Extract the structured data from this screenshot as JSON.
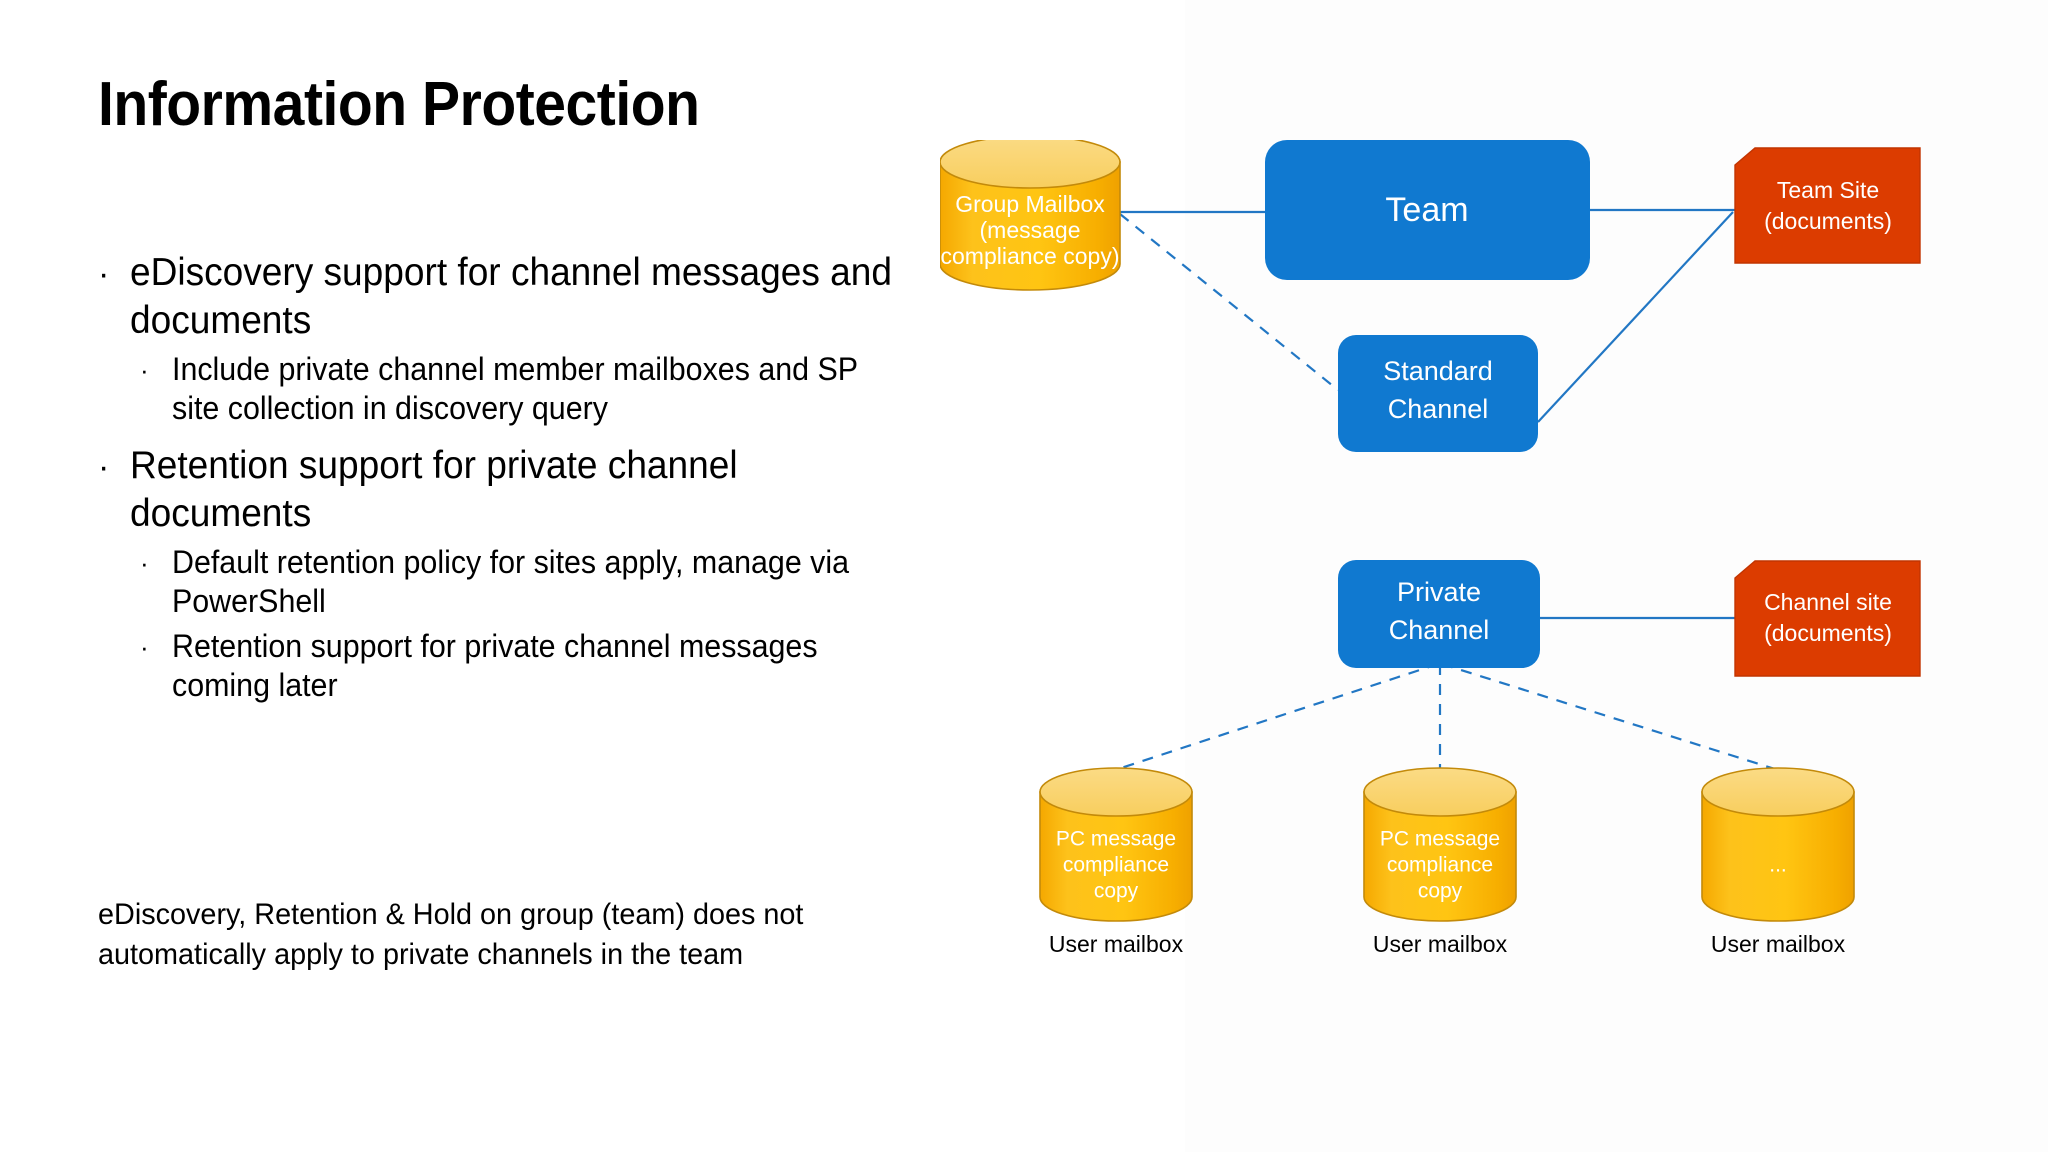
{
  "slide": {
    "title": "Information Protection",
    "bullets": [
      {
        "level": 1,
        "text": "eDiscovery support for channel messages and documents",
        "children": [
          {
            "level": 2,
            "text": "Include private channel member mailboxes and SP site collection in discovery query"
          }
        ]
      },
      {
        "level": 1,
        "text": "Retention support for private channel documents",
        "children": [
          {
            "level": 2,
            "text": "Default retention policy for sites apply, manage via PowerShell"
          },
          {
            "level": 2,
            "text": "Retention support for private channel messages coming later"
          }
        ]
      }
    ],
    "footnote": "eDiscovery, Retention & Hold on group (team) does not automatically apply to private channels in the team"
  },
  "colors": {
    "blue_fill": "#1079D0",
    "blue_line": "#1079D0",
    "yellow_body": "#FDBD10",
    "yellow_top": "#FBD779",
    "yellow_stroke": "#C38A0A",
    "red_fill": "#DC3C00",
    "red_stroke": "#B53000",
    "connector": "#2277C4",
    "text_light": "#FFFFFF",
    "text_dark": "#000000",
    "background": "#FFFFFF"
  },
  "diagram": {
    "nodes": [
      {
        "id": "group-mailbox",
        "shape": "cylinder",
        "lines": [
          "Group Mailbox",
          "(message",
          "compliance copy)"
        ]
      },
      {
        "id": "team",
        "shape": "rounded-rect",
        "lines": [
          "Team"
        ]
      },
      {
        "id": "team-site",
        "shape": "doc-tag",
        "lines": [
          "Team Site",
          "(documents)"
        ]
      },
      {
        "id": "standard-channel",
        "shape": "rounded-rect",
        "lines": [
          "Standard",
          "Channel"
        ]
      },
      {
        "id": "private-channel",
        "shape": "rounded-rect",
        "lines": [
          "Private",
          "Channel"
        ]
      },
      {
        "id": "channel-site",
        "shape": "doc-tag",
        "lines": [
          "Channel site",
          "(documents)"
        ]
      },
      {
        "id": "user-mailbox-1",
        "shape": "cylinder",
        "lines": [
          "PC message",
          "compliance",
          "copy"
        ],
        "caption": "User mailbox"
      },
      {
        "id": "user-mailbox-2",
        "shape": "cylinder",
        "lines": [
          "PC message",
          "compliance",
          "copy"
        ],
        "caption": "User mailbox"
      },
      {
        "id": "user-mailbox-3",
        "shape": "cylinder",
        "lines": [
          "..."
        ],
        "caption": "User mailbox"
      }
    ],
    "edges": [
      {
        "from": "group-mailbox",
        "to": "team",
        "style": "solid"
      },
      {
        "from": "group-mailbox",
        "to": "standard-channel",
        "style": "dashed"
      },
      {
        "from": "team",
        "to": "team-site",
        "style": "solid"
      },
      {
        "from": "standard-channel",
        "to": "team-site",
        "style": "solid"
      },
      {
        "from": "private-channel",
        "to": "channel-site",
        "style": "solid"
      },
      {
        "from": "private-channel",
        "to": "user-mailbox-1",
        "style": "dashed"
      },
      {
        "from": "private-channel",
        "to": "user-mailbox-2",
        "style": "dashed"
      },
      {
        "from": "private-channel",
        "to": "user-mailbox-3",
        "style": "dashed"
      }
    ]
  }
}
